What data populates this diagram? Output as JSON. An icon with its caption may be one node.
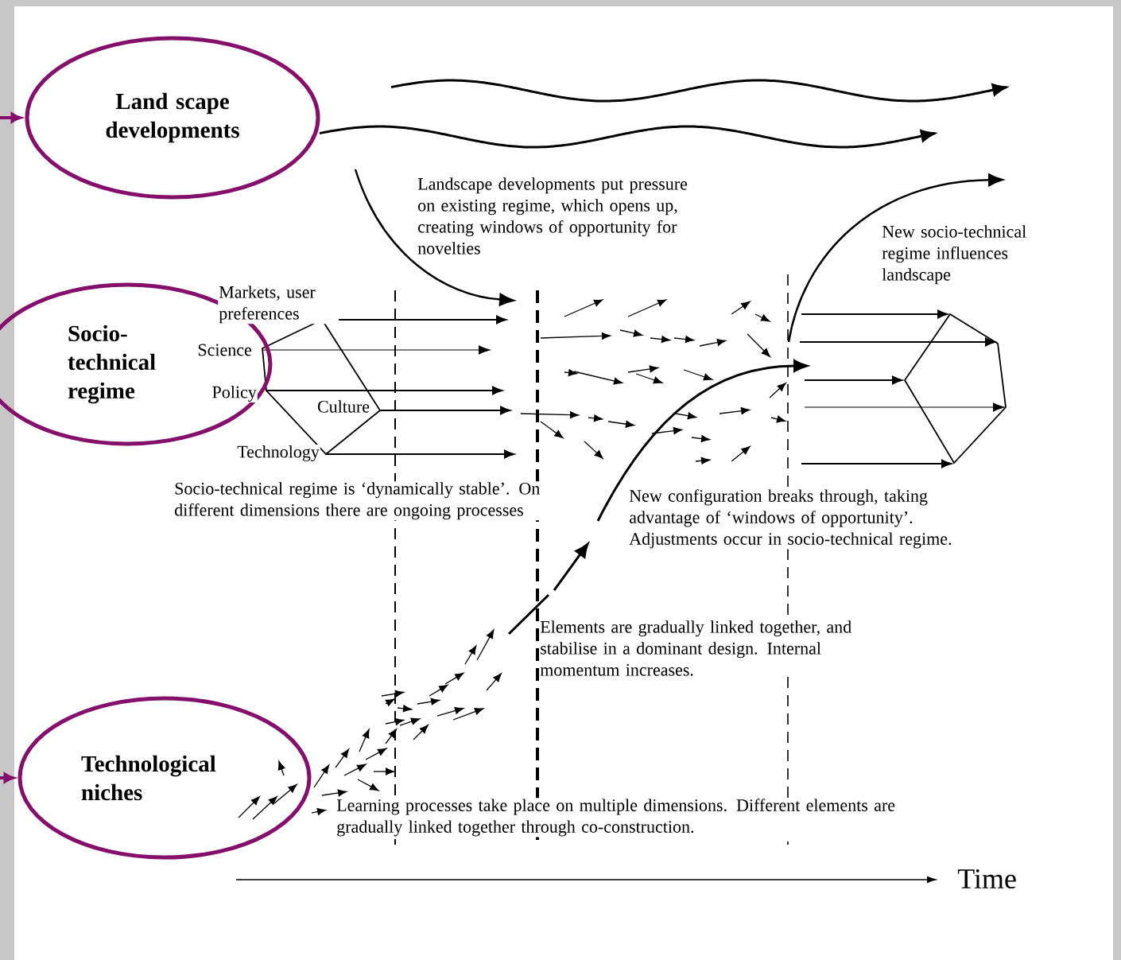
{
  "diagram": {
    "nodes": [
      {
        "text": [
          "Land scape developments"
        ]
      },
      {
        "text": [
          "Socio-technical regime"
        ]
      },
      {
        "text": [
          "Technological niches"
        ]
      }
    ],
    "edges": [
      {
        "from": null,
        "to": 0,
        "arrow": "to"
      },
      {
        "from": null,
        "to": 2,
        "arrow": "to"
      }
    ],
    "labels": [
      "Landscape developments put pressure on existing regime, which opens up, creating windows of opportunity for novelties",
      "New socio-technical regime influences landscape",
      "Markets, user preferences",
      "Science",
      "Policy",
      "Culture",
      "Technology",
      "Socio-technical regime is ‘dynamically stable’. On different dimensions there are ongoing processes",
      "New configuration breaks through, taking advantage of ‘windows of opportunity’. Adjustments occur in socio-technical regime.",
      "Elements are gradually linked together, and stabilise in a dominant design. Internal momentum increases.",
      "Learning processes take place on multiple dimensions. Different elements are gradually linked together through co-construction.",
      "Time"
    ]
  }
}
